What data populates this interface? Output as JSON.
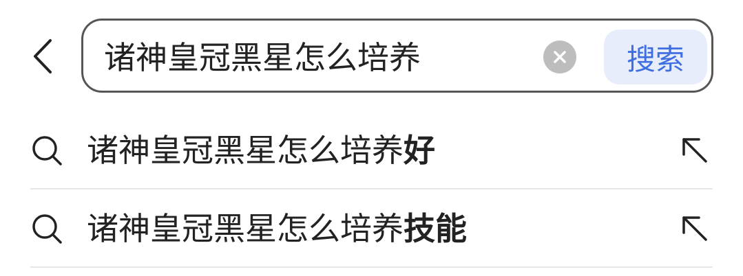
{
  "search": {
    "query": "诸神皇冠黑星怎么培养",
    "submit_label": "搜索"
  },
  "suggestions": [
    {
      "prefix": "诸神皇冠黑星怎么培养",
      "completion": "好"
    },
    {
      "prefix": "诸神皇冠黑星怎么培养",
      "completion": "技能"
    }
  ],
  "icons": {
    "back": "back-chevron-icon",
    "clear": "clear-x-icon",
    "suggestion": "search-icon",
    "fill": "arrow-up-left-icon"
  },
  "colors": {
    "accent": "#3f6ee0",
    "accent_bg": "#e8edfc",
    "border": "#555555",
    "clear_bg": "#bdbdbd",
    "divider": "#e6e6e6"
  }
}
